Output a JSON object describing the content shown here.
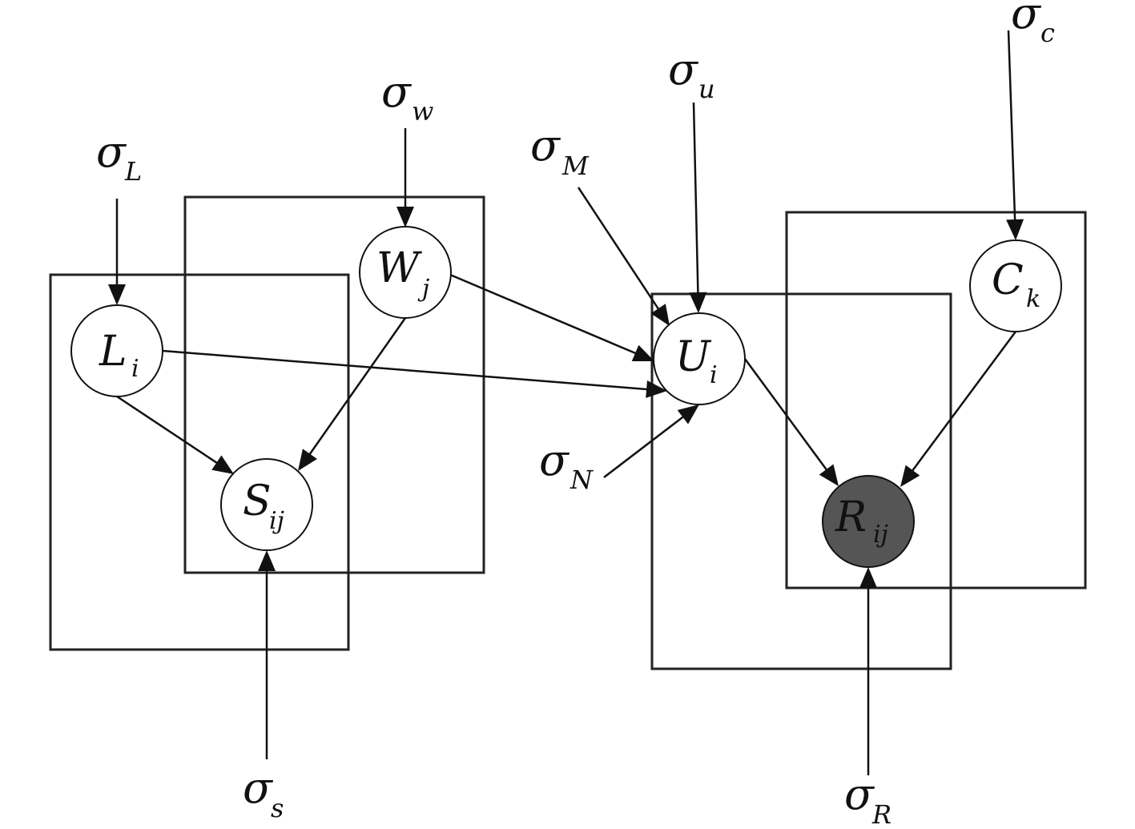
{
  "nodes": {
    "L": {
      "symbol": "L",
      "subscript": "i"
    },
    "W": {
      "symbol": "W",
      "subscript": "j"
    },
    "S": {
      "symbol": "S",
      "subscript": "ij"
    },
    "U": {
      "symbol": "U",
      "subscript": "i"
    },
    "C": {
      "symbol": "C",
      "subscript": "k"
    },
    "R": {
      "symbol": "R",
      "subscript": "ij"
    }
  },
  "params": {
    "sigma_L": {
      "symbol": "σ",
      "subscript": "L"
    },
    "sigma_w": {
      "symbol": "σ",
      "subscript": "w"
    },
    "sigma_s": {
      "symbol": "σ",
      "subscript": "s"
    },
    "sigma_M": {
      "symbol": "σ",
      "subscript": "M"
    },
    "sigma_u": {
      "symbol": "σ",
      "subscript": "u"
    },
    "sigma_N": {
      "symbol": "σ",
      "subscript": "N"
    },
    "sigma_c": {
      "symbol": "σ",
      "subscript": "c"
    },
    "sigma_R": {
      "symbol": "σ",
      "subscript": "R"
    }
  },
  "colors": {
    "observed_fill": "#555555",
    "stroke": "#111111"
  }
}
